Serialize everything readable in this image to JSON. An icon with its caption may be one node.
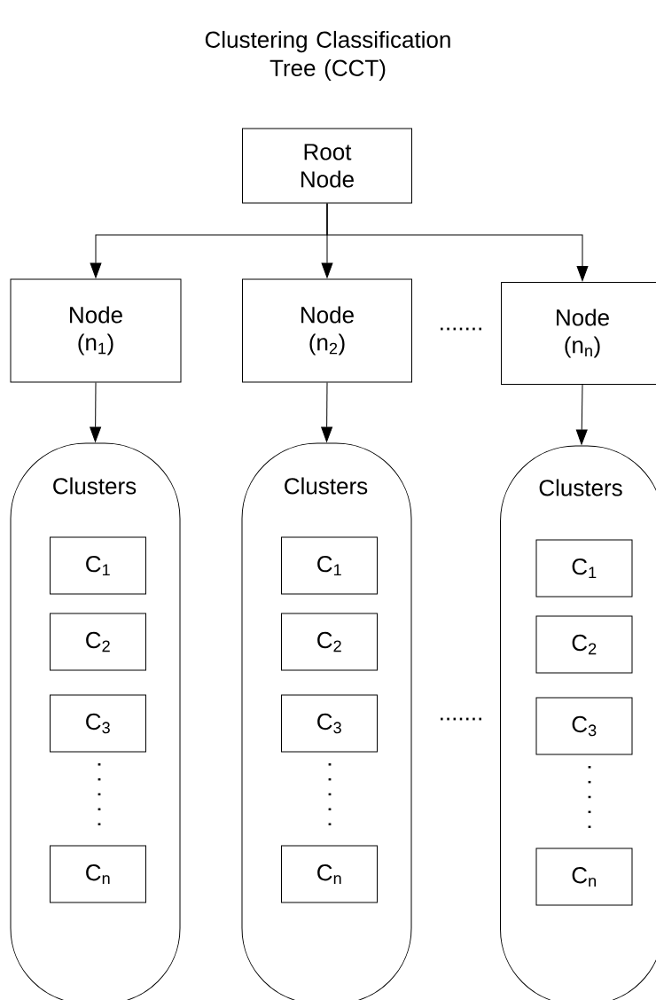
{
  "diagram": {
    "title": "Clustering Classification Tree (CCT)",
    "nodes": [
      {
        "text": [
          "Root Node"
        ]
      },
      {
        "text": [
          "Node (n$_{1}$)"
        ]
      },
      {
        "text": [
          "Node (n$_{2}$)"
        ]
      },
      {
        "text": [
          "Node (n$_{n}$)"
        ]
      },
      {
        "text": [
          "Clusters"
        ]
      },
      {
        "text": [
          "C$_{1}$"
        ],
        "in": 4
      },
      {
        "text": [
          "C$_{2}$"
        ],
        "in": 4
      },
      {
        "text": [
          "C$_{3}$"
        ],
        "in": 4
      },
      {
        "text": [
          "C$_{n}$"
        ],
        "in": 4
      },
      {
        "text": [
          "Clusters"
        ]
      },
      {
        "text": [
          "C$_{1}$"
        ],
        "in": 9
      },
      {
        "text": [
          "C$_{2}$"
        ],
        "in": 9
      },
      {
        "text": [
          "C$_{3}$"
        ],
        "in": 9
      },
      {
        "text": [
          "C$_{n}$"
        ],
        "in": 9
      },
      {
        "text": [
          "Clusters"
        ]
      },
      {
        "text": [
          "C$_{1}$"
        ],
        "in": 14
      },
      {
        "text": [
          "C$_{2}$"
        ],
        "in": 14
      },
      {
        "text": [
          "C$_{3}$"
        ],
        "in": 14
      },
      {
        "text": [
          "C$_{n}$"
        ],
        "in": 14
      }
    ],
    "edges": [
      {
        "from": 0,
        "to": 1,
        "arrow": "to"
      },
      {
        "from": 0,
        "to": 2,
        "arrow": "to"
      },
      {
        "from": 0,
        "to": 3,
        "arrow": "to"
      },
      {
        "from": 1,
        "to": 4,
        "arrow": "to"
      },
      {
        "from": 2,
        "to": 9,
        "arrow": "to"
      },
      {
        "from": 3,
        "to": 14,
        "arrow": "to"
      }
    ],
    "labels": [
      ".......",
      ". . . . .",
      ". . . . .",
      ".......",
      ". . . . ."
    ]
  }
}
